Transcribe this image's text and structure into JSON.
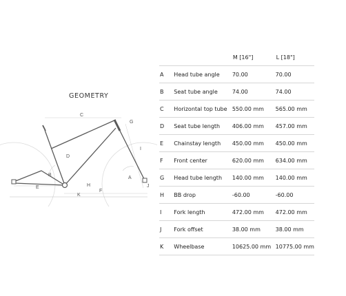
{
  "title": "GEOMETRY",
  "diagram": {
    "labels": [
      "A",
      "B",
      "C",
      "D",
      "E",
      "F",
      "G",
      "H",
      "I",
      "J",
      "K"
    ]
  },
  "table": {
    "sizes": [
      "M [16\"]",
      "L [18\"]"
    ],
    "rows": [
      {
        "letter": "A",
        "name": "Head tube angle",
        "m": "70.00",
        "l": "70.00"
      },
      {
        "letter": "B",
        "name": "Seat tube angle",
        "m": "74.00",
        "l": "74.00"
      },
      {
        "letter": "C",
        "name": "Horizontal top tube",
        "m": "550.00 mm",
        "l": "565.00 mm"
      },
      {
        "letter": "D",
        "name": "Seat tube length",
        "m": "406.00 mm",
        "l": "457.00 mm"
      },
      {
        "letter": "E",
        "name": "Chainstay length",
        "m": "450.00 mm",
        "l": "450.00 mm"
      },
      {
        "letter": "F",
        "name": "Front center",
        "m": "620.00 mm",
        "l": "634.00 mm"
      },
      {
        "letter": "G",
        "name": "Head tube length",
        "m": "140.00 mm",
        "l": "140.00 mm"
      },
      {
        "letter": "H",
        "name": "BB drop",
        "m": "-60.00",
        "l": "-60.00"
      },
      {
        "letter": "I",
        "name": "Fork length",
        "m": "472.00 mm",
        "l": "472.00 mm"
      },
      {
        "letter": "J",
        "name": "Fork offset",
        "m": "38.00 mm",
        "l": "38.00 mm"
      },
      {
        "letter": "K",
        "name": "Wheelbase",
        "m": "10625.00 mm",
        "l": "10775.00 mm"
      }
    ]
  }
}
